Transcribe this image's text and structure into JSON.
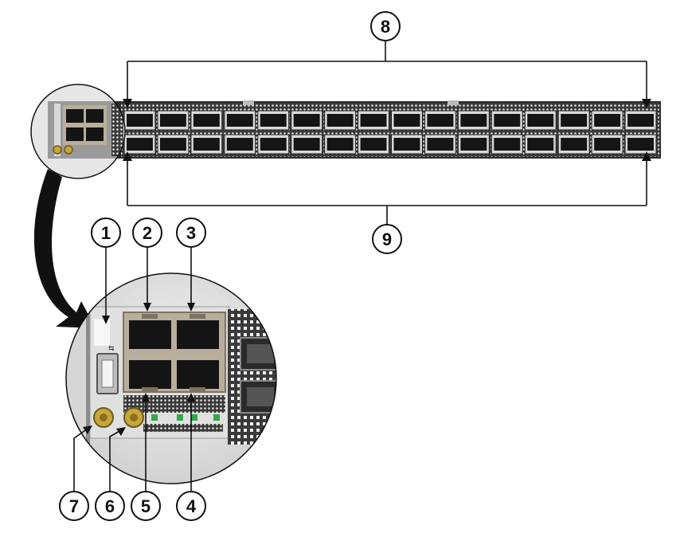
{
  "callouts": [
    {
      "id": "c1",
      "label": "1"
    },
    {
      "id": "c2",
      "label": "2"
    },
    {
      "id": "c3",
      "label": "3"
    },
    {
      "id": "c4",
      "label": "4"
    },
    {
      "id": "c5",
      "label": "5"
    },
    {
      "id": "c6",
      "label": "6"
    },
    {
      "id": "c7",
      "label": "7"
    },
    {
      "id": "c8",
      "label": "8"
    },
    {
      "id": "c9",
      "label": "9"
    }
  ],
  "colors": {
    "chassis_dark": "#2b2b2b",
    "chassis_silver": "#c9c9c9",
    "port_cage": "#b9ad9b",
    "port_dark": "#141414",
    "coax_gold": "#c7a63a",
    "led_green": "#2fa84a",
    "leader": "#111111"
  },
  "qsfp_columns": 16
}
